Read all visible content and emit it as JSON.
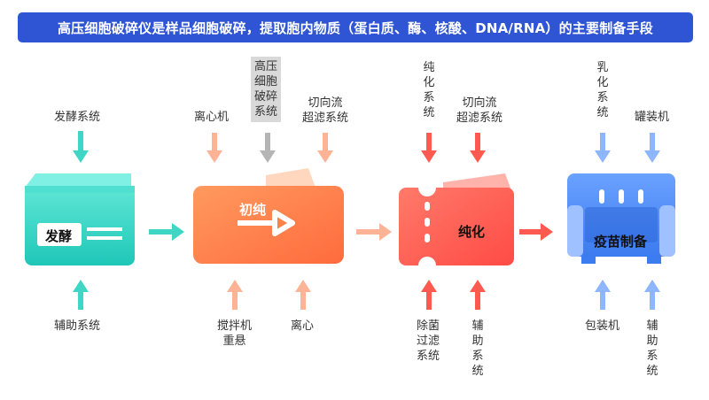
{
  "title": "高压细胞破碎仪是样品细胞破碎，提取胞内物质（蛋白质、酶、核酸、DNA/RNA）的主要制备手段",
  "colors": {
    "banner": "#2f55d4",
    "ferment": "#2fd1c2",
    "initial": "#ff7a45",
    "purify": "#ff5a4f",
    "vaccine": "#4e8cf5"
  },
  "stages": {
    "ferment": {
      "name": "发酵",
      "top": [
        "发酵系统"
      ],
      "bottom": [
        "辅助系统"
      ]
    },
    "initial": {
      "name": "初纯",
      "top": [
        "离心机",
        "高压\n细胞\n破碎\n系统",
        "切向流\n超滤系统"
      ],
      "bottom": [
        "搅拌机\n重悬",
        "离心"
      ]
    },
    "purify": {
      "name": "纯化",
      "top": [
        "纯\n化\n系\n统",
        "切向流\n超滤系统"
      ],
      "bottom": [
        "除菌\n过滤\n系统",
        "辅\n助\n系\n统"
      ]
    },
    "vaccine": {
      "name": "疫苗制备",
      "top": [
        "乳\n化\n系\n统",
        "罐装机"
      ],
      "bottom": [
        "包装机",
        "辅\n助\n系\n统"
      ]
    }
  }
}
